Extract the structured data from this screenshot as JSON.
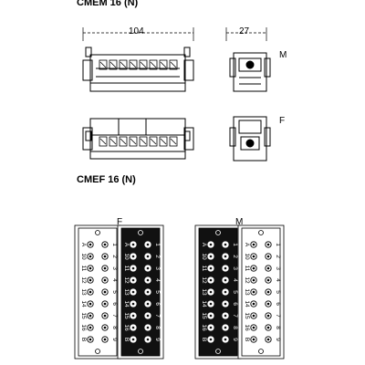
{
  "headings": {
    "cmem": "CMEM 16 (N)",
    "cmef": "CMEF 16 (N)"
  },
  "dimensions": {
    "width": "104",
    "depth": "27"
  },
  "view_labels": {
    "male_side": "M",
    "female_side": "F"
  },
  "face_labels": {
    "female": "F",
    "male": "M"
  },
  "pin_labels": {
    "left_column": [
      "A",
      "10",
      "11",
      "12",
      "13",
      "14",
      "15",
      "16",
      "B"
    ],
    "right_column": [
      "1",
      "2",
      "3",
      "4",
      "5",
      "6",
      "7",
      "8",
      "9"
    ]
  }
}
